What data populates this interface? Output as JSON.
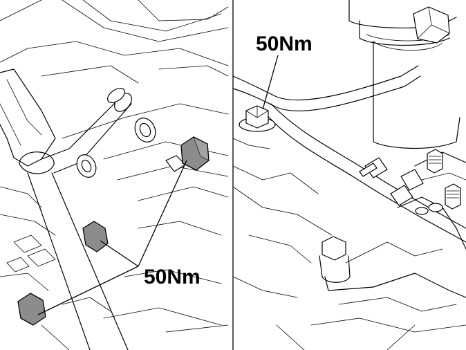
{
  "left_panel": {
    "torque_label": "50Nm",
    "callout_targets": [
      "nut-upper-right",
      "nut-middle",
      "nut-lower-left"
    ]
  },
  "right_panel": {
    "torque_label": "50Nm",
    "callout_targets": [
      "flange-bolt-left"
    ]
  },
  "colors": {
    "line": "#000000",
    "highlight_fill": "#8c8c8c",
    "background": "#ffffff"
  }
}
